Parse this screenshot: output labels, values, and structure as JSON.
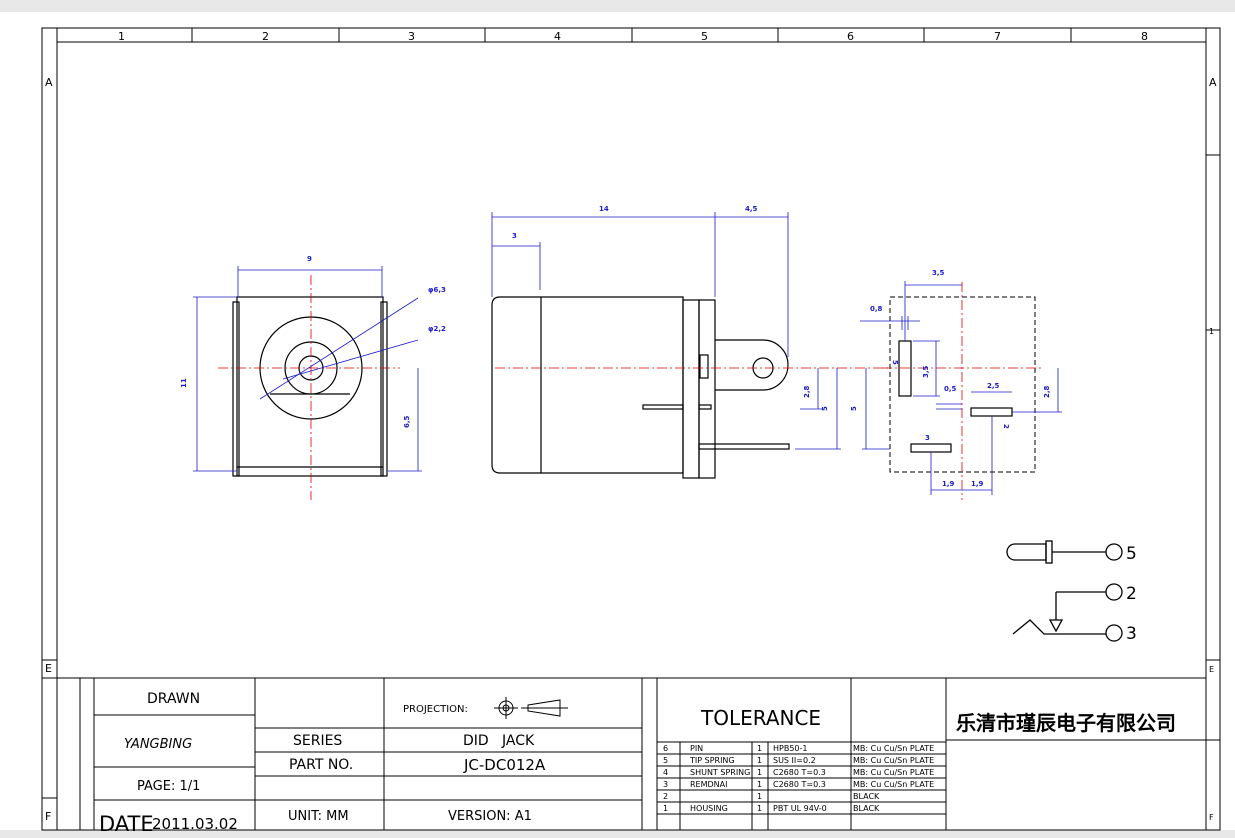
{
  "border": {
    "columns": [
      "1",
      "2",
      "3",
      "4",
      "5",
      "6",
      "7",
      "8"
    ],
    "rows_left": [
      "A",
      "E",
      "F"
    ],
    "rows_right": [
      "A",
      "1",
      "E",
      "F"
    ]
  },
  "dimensions": {
    "front_width": "9",
    "front_height": "11",
    "outer_dia": "φ6,3",
    "inner_dia": "φ2,2",
    "front_lower": "6,5",
    "side_len": "14",
    "side_tab": "4,5",
    "side_lead": "3",
    "side_h1": "2,8",
    "side_h2": "5",
    "side_h3": "5",
    "pcb_top": "3,5",
    "pcb_pin_w": "0,8",
    "pcb_label_5": "5",
    "pcb_35v": "3,5",
    "pcb_05": "0,5",
    "pcb_25": "2,5",
    "pcb_28": "2,8",
    "pcb_label_2": "2",
    "pcb_label_3": "3",
    "pcb_19a": "1,9",
    "pcb_19b": "1,9"
  },
  "schematic": {
    "pin5": "5",
    "pin2": "2",
    "pin3": "3"
  },
  "title_block": {
    "drawn_label": "DRAWN",
    "drawn_name": "YANGBING",
    "page": "PAGE: 1/1",
    "date_label": "DATE",
    "date_value": "2011.03.02",
    "series_label": "SERIES",
    "series_value": "DID   JACK",
    "partno_label": "PART NO.",
    "partno_value": "JC-DC012A",
    "unit": "UNIT: MM",
    "version": "VERSION: A1",
    "projection": "PROJECTION:",
    "tolerance": "TOLERANCE",
    "company": "乐清市瑾辰电子有限公司"
  },
  "bom": [
    {
      "no": "6",
      "name": "PIN",
      "qty": "1",
      "material": "HPB50-1",
      "finish": "MB: Cu Cu/Sn PLATE"
    },
    {
      "no": "5",
      "name": "TIP SPRING",
      "qty": "1",
      "material": "SUS II=0.2",
      "finish": "MB: Cu Cu/Sn PLATE"
    },
    {
      "no": "4",
      "name": "SHUNT SPRING",
      "qty": "1",
      "material": "C2680 T=0.3",
      "finish": "MB: Cu Cu/Sn PLATE"
    },
    {
      "no": "3",
      "name": "REMDNAI",
      "qty": "1",
      "material": "C2680 T=0.3",
      "finish": "MB: Cu Cu/Sn PLATE"
    },
    {
      "no": "2",
      "name": "",
      "qty": "1",
      "material": "",
      "finish": "BLACK"
    },
    {
      "no": "1",
      "name": "HOUSING",
      "qty": "1",
      "material": "PBT UL 94V-0",
      "finish": "BLACK"
    }
  ],
  "colors": {
    "dimension": "#1a1acc",
    "centerline": "#e00000",
    "outline": "#000000"
  }
}
